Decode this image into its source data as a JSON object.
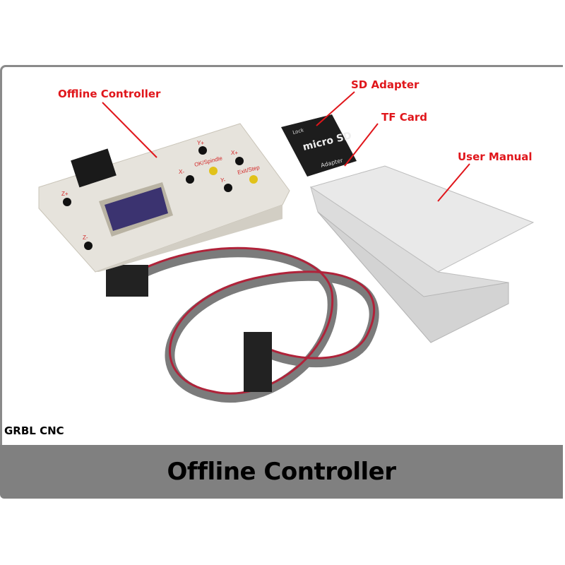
{
  "callouts": {
    "offline_controller": "Offline Controller",
    "sd_adapter": "SD Adapter",
    "tf_card": "TF Card",
    "user_manual": "User Manual"
  },
  "device_labels": {
    "y_plus": "Y+",
    "y_minus": "Y-",
    "x_plus": "X+",
    "x_minus": "X-",
    "z_plus": "Z+",
    "z_minus": "Z-",
    "ok_spindle": "OK/Spindle",
    "exit_step": "Exit/Step"
  },
  "sd_card": {
    "lock": "Lock",
    "brand": "micro SD",
    "adapter": "Adapter"
  },
  "brand_text": "GRBL CNC",
  "banner_title": "Offline Controller",
  "colors": {
    "callout": "#e0161b",
    "banner": "#808080",
    "frame": "#8a8a8a"
  }
}
